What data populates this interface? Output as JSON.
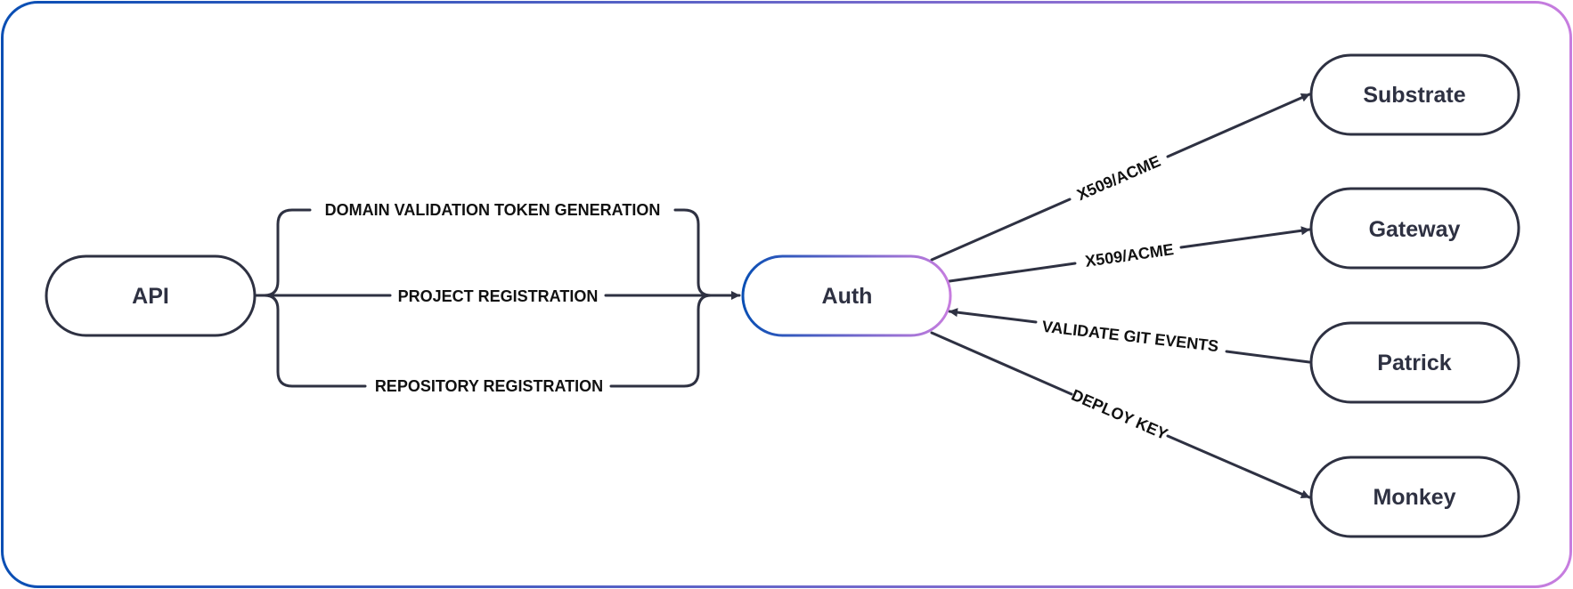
{
  "colors": {
    "ink": "#2e3142",
    "frame_gradient_start": "#0a4fb4",
    "frame_gradient_end": "#c77ddf"
  },
  "nodes": {
    "api": "API",
    "auth": "Auth",
    "substrate": "Substrate",
    "gateway": "Gateway",
    "patrick": "Patrick",
    "monkey": "Monkey"
  },
  "edges": {
    "domain_validation": "DOMAIN VALIDATION TOKEN GENERATION",
    "project_registration": "PROJECT REGISTRATION",
    "repository_registration": "REPOSITORY REGISTRATION",
    "x509_substrate": "X509/ACME",
    "x509_gateway": "X509/ACME",
    "validate_git_events": "VALIDATE GIT EVENTS",
    "deploy_key": "DEPLOY KEY"
  }
}
